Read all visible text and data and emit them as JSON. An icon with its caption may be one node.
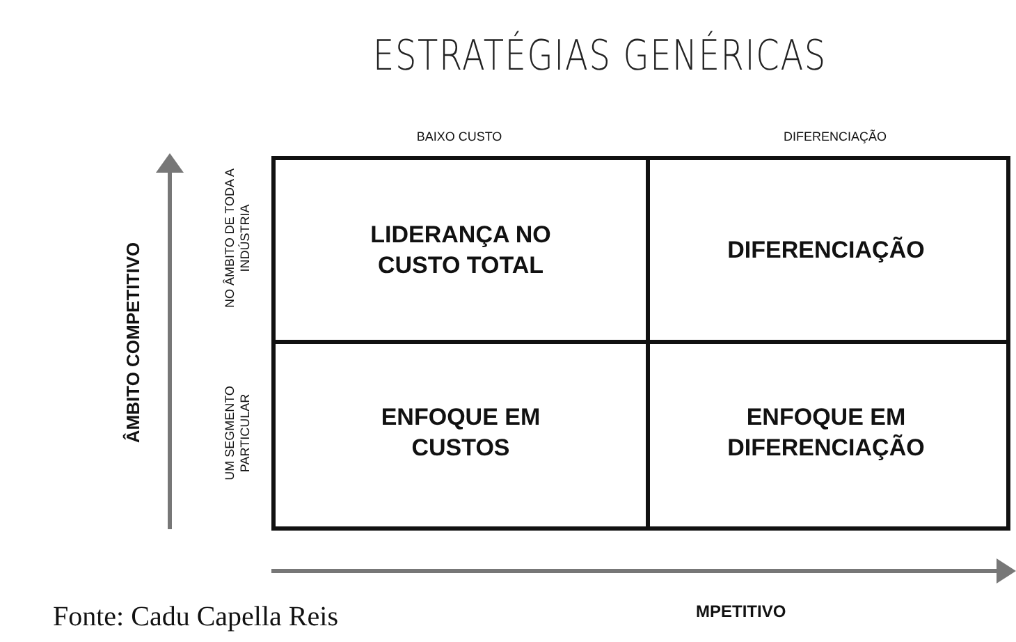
{
  "diagram": {
    "title": "ESTRATÉGIAS GENÉRICAS",
    "caption": "Fonte: Cadu Capella Reis",
    "nodes": [
      {
        "text": [
          "LIDERANÇA NO CUSTO TOTAL"
        ]
      },
      {
        "text": [
          "DIFERENCIAÇÃO"
        ]
      },
      {
        "text": [
          "ENFOQUE EM CUSTOS"
        ]
      },
      {
        "text": [
          "ENFOQUE EM DIFERENCIAÇÃO"
        ]
      }
    ],
    "labels": [
      "BAIXO CUSTO",
      "DIFERENCIAÇÃO",
      "NO ÂMBITO DE TODA A INDÚSTRIA",
      "UM SEGMENTO PARTICULAR",
      "ÂMBITO COMPETITIVO",
      "MPETITIVO"
    ]
  }
}
